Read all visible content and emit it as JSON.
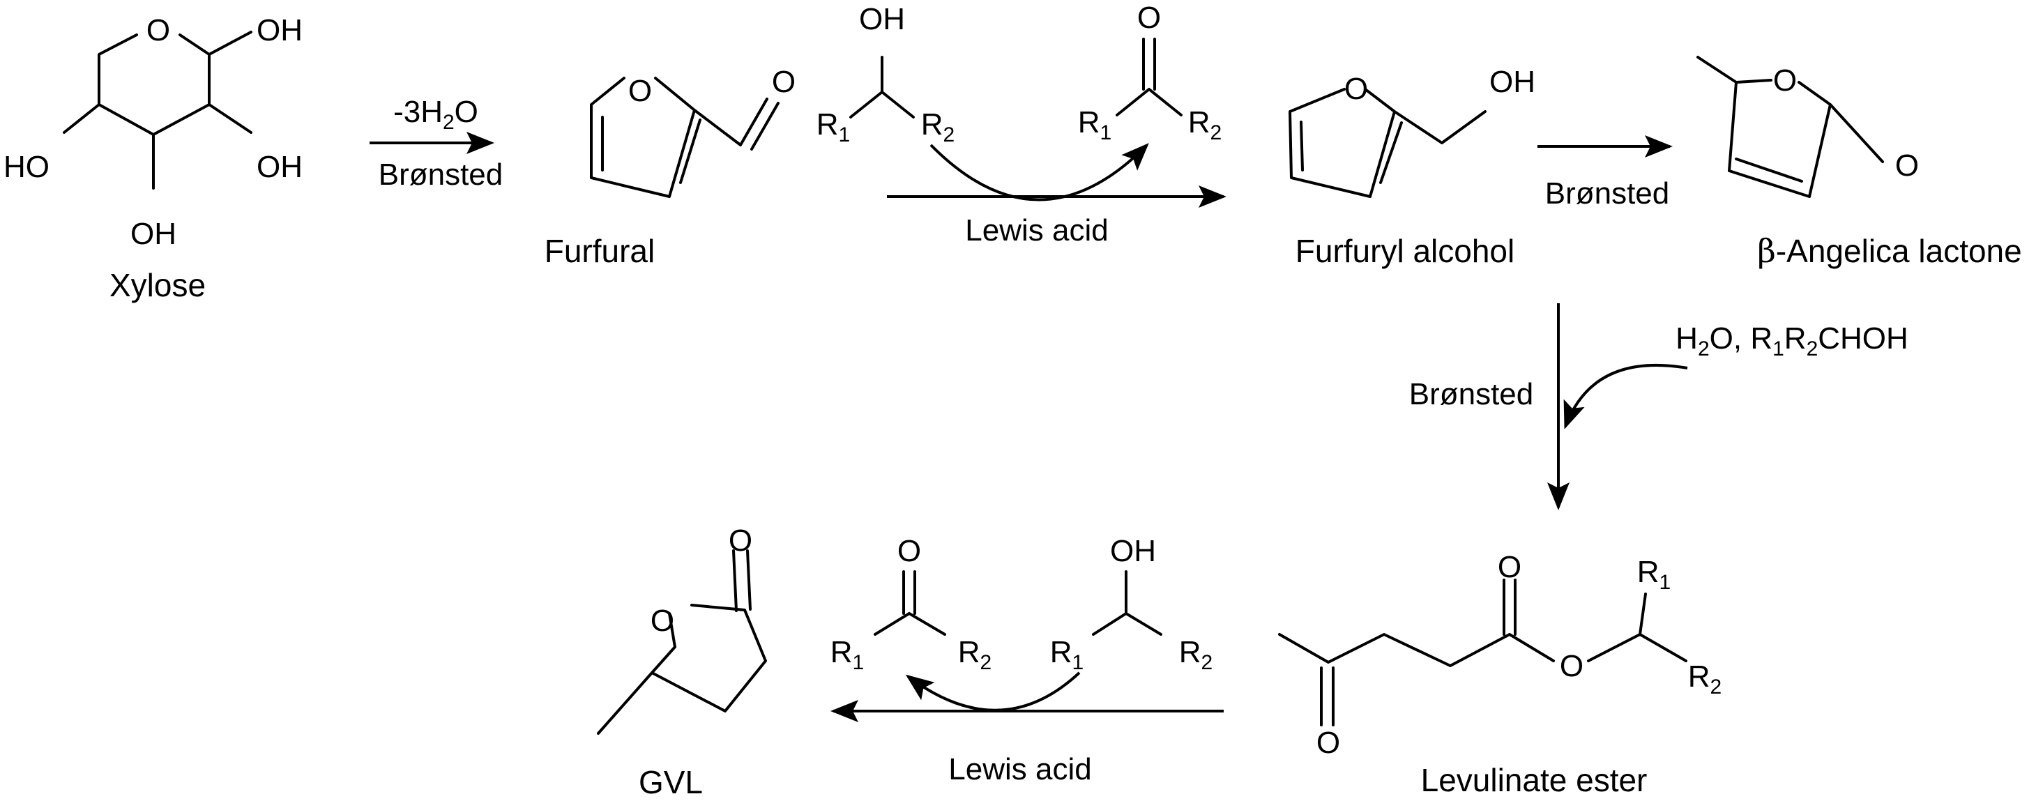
{
  "compounds": {
    "xylose": "Xylose",
    "furfural": "Furfural",
    "furfuryl_alcohol": "Furfuryl alcohol",
    "angelica_lactone_greek": "β",
    "angelica_lactone_rest": "-Angelica lactone",
    "levulinate_ester": "Levulinate ester",
    "gvl": "GVL"
  },
  "conditions": {
    "dehydration_prefix": "-3H",
    "dehydration_sub": "2",
    "dehydration_suffix": "O",
    "bronsted": "Brønsted",
    "lewis_acid": "Lewis acid",
    "water_h": "H",
    "water_sub": "2",
    "water_rest": "O, R",
    "r_sub_1": "1",
    "r_letter": "R",
    "r_sub_2": "2",
    "choh": "CHOH"
  },
  "atoms": {
    "oxygen": "O",
    "hydroxyl": "OH",
    "hydroxyl_left": "HO",
    "r": "R",
    "sub_1": "1",
    "sub_2": "2"
  },
  "colors": {
    "ink": "#000000",
    "background": "#ffffff"
  }
}
